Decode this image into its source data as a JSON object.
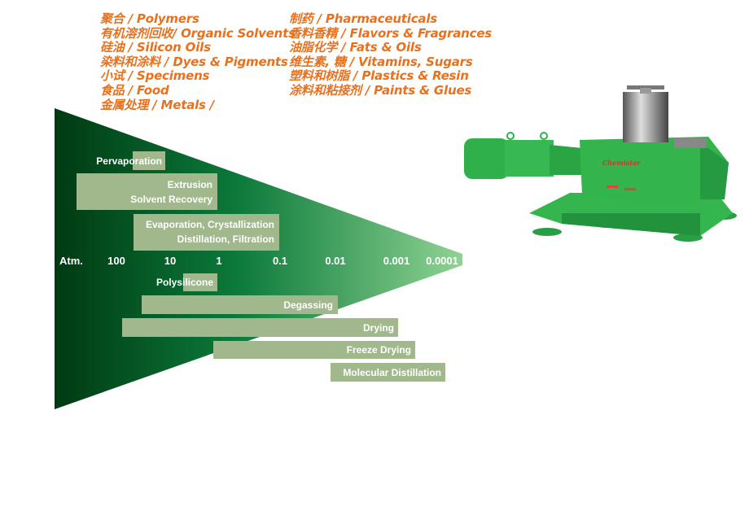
{
  "applications_left": [
    "聚合 / Polymers",
    "有机溶剂回收/ Organic Solvents",
    "硅油 / Silicon Oils",
    "染料和涂料 / Dyes & Pigments",
    "小试 / Specimens",
    "食品 / Food",
    "金属处理 / Metals /"
  ],
  "applications_right": [
    "制药 / Pharmaceuticals",
    "香料香精 / Flavors & Fragrances",
    "油脂化学 / Fats & Oils",
    "维生素, 糖 / Vitamins, Sugars",
    "塑料和树脂 / Plastics & Resin",
    "涂料和粘接剂 / Paints & Glues"
  ],
  "pressure_axis": {
    "start_label": "Atm.",
    "ticks": [
      "100",
      "10",
      "1",
      "0.1",
      "0.01",
      "0.001",
      "0.0001"
    ]
  },
  "processes_above": [
    {
      "lines": [
        "Pervaporation"
      ]
    },
    {
      "lines": [
        "Extrusion",
        "Solvent Recovery"
      ]
    },
    {
      "lines": [
        "Evaporation, Crystallization",
        "Distillation, Filtration"
      ]
    }
  ],
  "processes_below": [
    {
      "label": "Polysilicone"
    },
    {
      "label": "Degassing"
    },
    {
      "label": "Drying"
    },
    {
      "label": "Freeze Drying"
    },
    {
      "label": "Molecular Distillation"
    }
  ],
  "pump": {
    "logo": "Chemistar"
  },
  "colors": {
    "orange": "#e8711e",
    "dark_green": "#003d14",
    "light_green": "#8ccc8e",
    "bar": "#a1b88c",
    "pump_green": "#2fb04a"
  }
}
